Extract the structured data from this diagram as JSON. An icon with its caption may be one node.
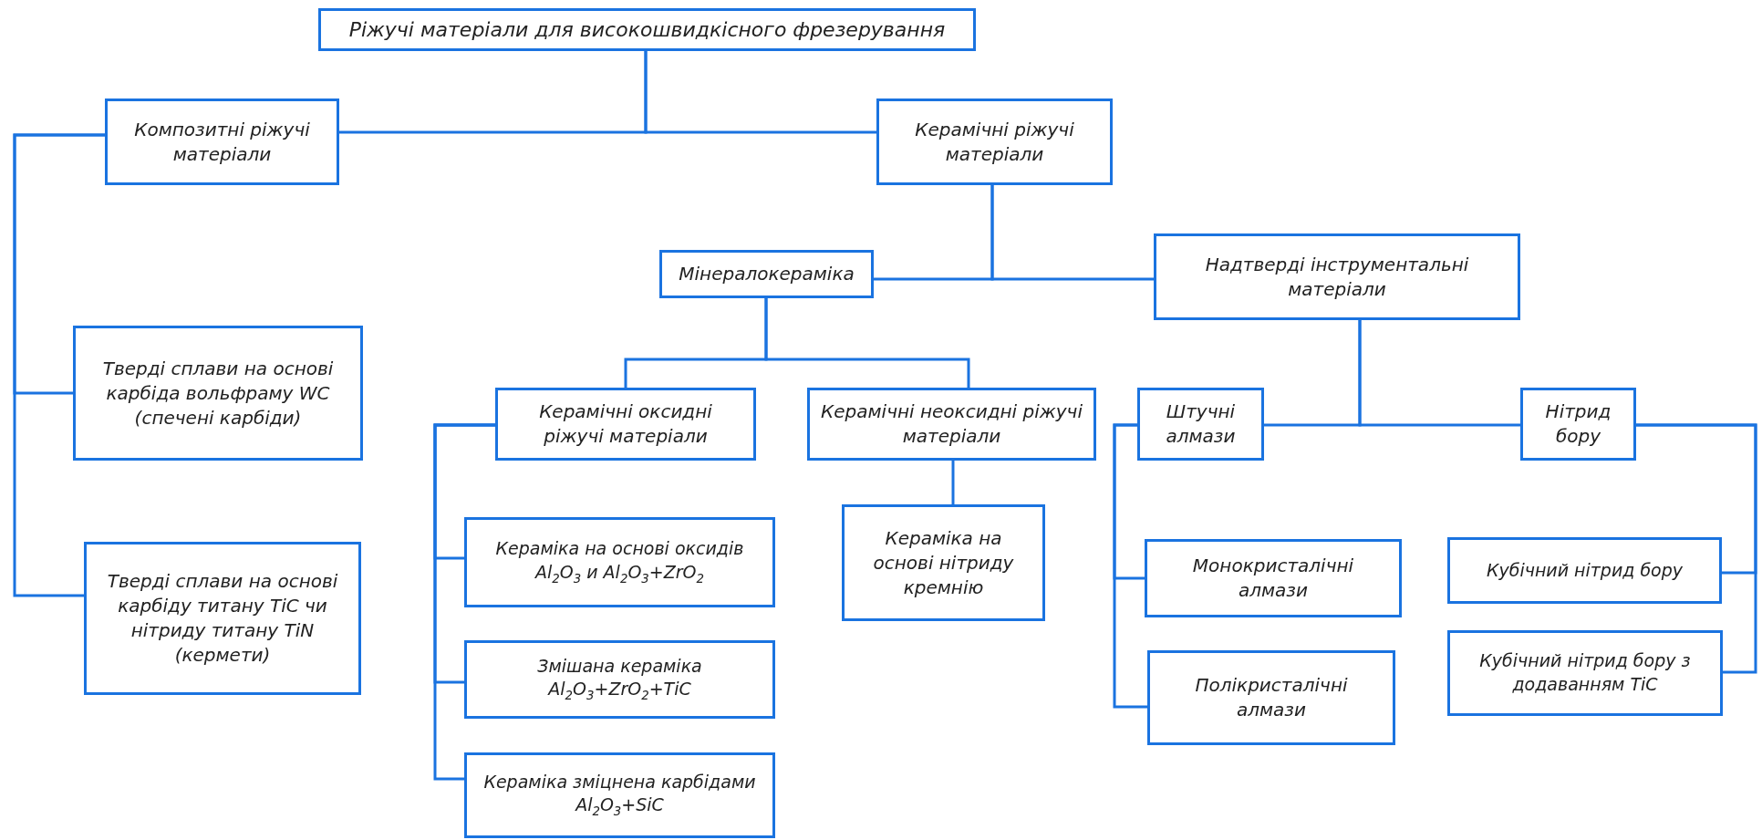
{
  "diagram": {
    "nodes": [
      {
        "text": [
          "Ріжучі матеріали для високошвидкісного фрезерування"
        ]
      },
      {
        "text": [
          "Композитні ріжучі матеріали"
        ]
      },
      {
        "text": [
          "Керамічні ріжучі матеріали"
        ]
      },
      {
        "text": [
          "Мінералокераміка"
        ]
      },
      {
        "text": [
          "Надтверді інструментальні матеріали"
        ]
      },
      {
        "text": [
          "Тверді сплави на основі карбіда вольфраму WC (спечені карбіди)"
        ]
      },
      {
        "text": [
          "Тверді сплави на основі карбіду титану TiC чи нітриду титану TiN (кермети)"
        ]
      },
      {
        "text": [
          "Керамічні оксидні ріжучі матеріали"
        ]
      },
      {
        "text": [
          "Керамічні неоксидні ріжучі матеріали"
        ]
      },
      {
        "text": [
          "Штучні алмази"
        ]
      },
      {
        "text": [
          "Нітрид бору"
        ]
      },
      {
        "text": [
          "Кераміка на основі оксидів Al$_{2}$O$_{3}$ и Al$_{2}$O$_{3}$+ZrO$_{2}$"
        ]
      },
      {
        "text": [
          "Змішана кераміка Al$_{2}$O$_{3}$+ZrO$_{2}$+TiC"
        ]
      },
      {
        "text": [
          "Кераміка зміцнена карбідами Al$_{2}$O$_{3}$+SiC"
        ]
      },
      {
        "text": [
          "Кераміка на основі нітриду кремнію"
        ]
      },
      {
        "text": [
          "Монокристалічні алмази"
        ]
      },
      {
        "text": [
          "Полікристалічні алмази"
        ]
      },
      {
        "text": [
          "Кубічний нітрид бору"
        ]
      },
      {
        "text": [
          "Кубічний нітрид бору з додаванням TiC"
        ]
      }
    ],
    "edges": [
      {
        "from": 0,
        "to": 1,
        "arrow": "none"
      },
      {
        "from": 0,
        "to": 2,
        "arrow": "none"
      },
      {
        "from": 1,
        "to": 5,
        "arrow": "none"
      },
      {
        "from": 1,
        "to": 6,
        "arrow": "none"
      },
      {
        "from": 2,
        "to": 3,
        "arrow": "none"
      },
      {
        "from": 2,
        "to": 4,
        "arrow": "none"
      },
      {
        "from": 3,
        "to": 7,
        "arrow": "none"
      },
      {
        "from": 3,
        "to": 8,
        "arrow": "none"
      },
      {
        "from": 7,
        "to": 11,
        "arrow": "none"
      },
      {
        "from": 7,
        "to": 12,
        "arrow": "none"
      },
      {
        "from": 7,
        "to": 13,
        "arrow": "none"
      },
      {
        "from": 8,
        "to": 14,
        "arrow": "none"
      },
      {
        "from": 4,
        "to": 9,
        "arrow": "none"
      },
      {
        "from": 4,
        "to": 10,
        "arrow": "none"
      },
      {
        "from": 9,
        "to": 15,
        "arrow": "none"
      },
      {
        "from": 9,
        "to": 16,
        "arrow": "none"
      },
      {
        "from": 10,
        "to": 17,
        "arrow": "none"
      },
      {
        "from": 10,
        "to": 18,
        "arrow": "none"
      }
    ]
  }
}
